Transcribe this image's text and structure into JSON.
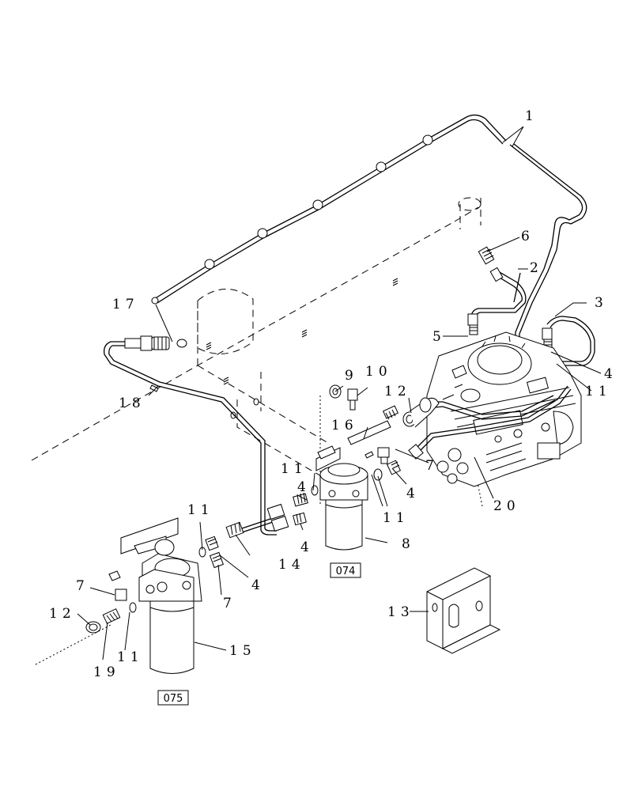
{
  "diagram": {
    "callouts": {
      "c1": "1",
      "c2": "2",
      "c3": "3",
      "c4a": "4",
      "c4b": "4",
      "c4c": "4",
      "c4d": "4",
      "c4e": "4",
      "c5": "5",
      "c6": "6",
      "c7a": "7",
      "c7b": "7",
      "c7c": "7",
      "c8": "8",
      "c9": "9",
      "c10": "10",
      "c11a": "11",
      "c11b": "11",
      "c11c": "11",
      "c11d": "11",
      "c11e": "11",
      "c12a": "12",
      "c12b": "12",
      "c13": "13",
      "c14": "14",
      "c15": "15",
      "c16": "16",
      "c17": "17",
      "c18": "18",
      "c19": "19",
      "c20": "20"
    },
    "ref_boxes": {
      "upper": "074",
      "lower": "075"
    }
  }
}
